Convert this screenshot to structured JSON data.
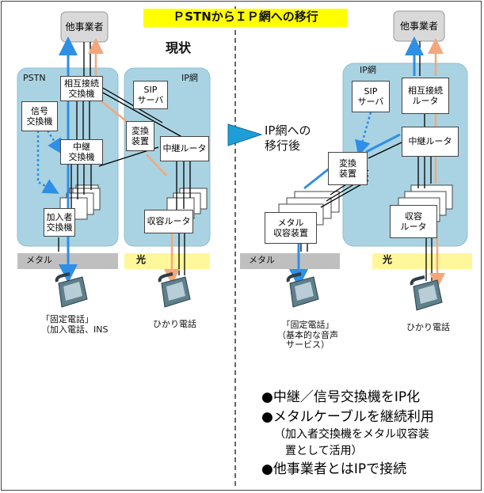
{
  "title": "ＰSTNからＩＰ網への移行",
  "current_label": "現状",
  "after_label": "IP網への\n移行後",
  "left": {
    "other_carrier": "他事業者",
    "pstn_label": "PSTN",
    "ip_label": "IP網",
    "interconnect": "相互接続\n交換機",
    "signal": "信号\n交換機",
    "relay": "中継\n交換機",
    "subscriber": "加入者\n交換機",
    "sip": "SIP\nサーバ",
    "converter": "変換\n装置",
    "relay_router": "中継ルータ",
    "access_router": "収容ルータ",
    "metal": "メタル",
    "optical": "光",
    "phone1_caption": "「固定電話」\n（加入電話、INS",
    "phone2_caption": "ひかり電話"
  },
  "right": {
    "other_carrier": "他事業者",
    "ip_label": "IP網",
    "sip": "SIP\nサーバ",
    "interconnect_router": "相互接続\nルータ",
    "relay_router": "中継ルータ",
    "converter": "変換\n装置",
    "access_router": "収容\nルータ",
    "metal_access": "メタル\n収容装置",
    "metal": "メタル",
    "optical": "光",
    "phone1_caption": "「固定電話」\n（基本的な音声\nサービス）",
    "phone2_caption": "ひかり電話"
  },
  "bullets": {
    "b1": "●中継／信号交換機をIP化",
    "b2": "●メタルケーブルを継続利用",
    "b3": "（加入者交換機をメタル収容装",
    "b4": "置として活用）",
    "b5": "●他事業者とはIPで接続"
  },
  "colors": {
    "cloud": "#a9d3e2",
    "gray_box": "#d9d9d9",
    "yellow": "#ffff00",
    "optical_band": "#fff799",
    "metal_band": "#bfbfbf",
    "blue_line": "#2e8fe6",
    "orange_line": "#f4a77c",
    "arrow_blue": "#1e9ed6"
  }
}
